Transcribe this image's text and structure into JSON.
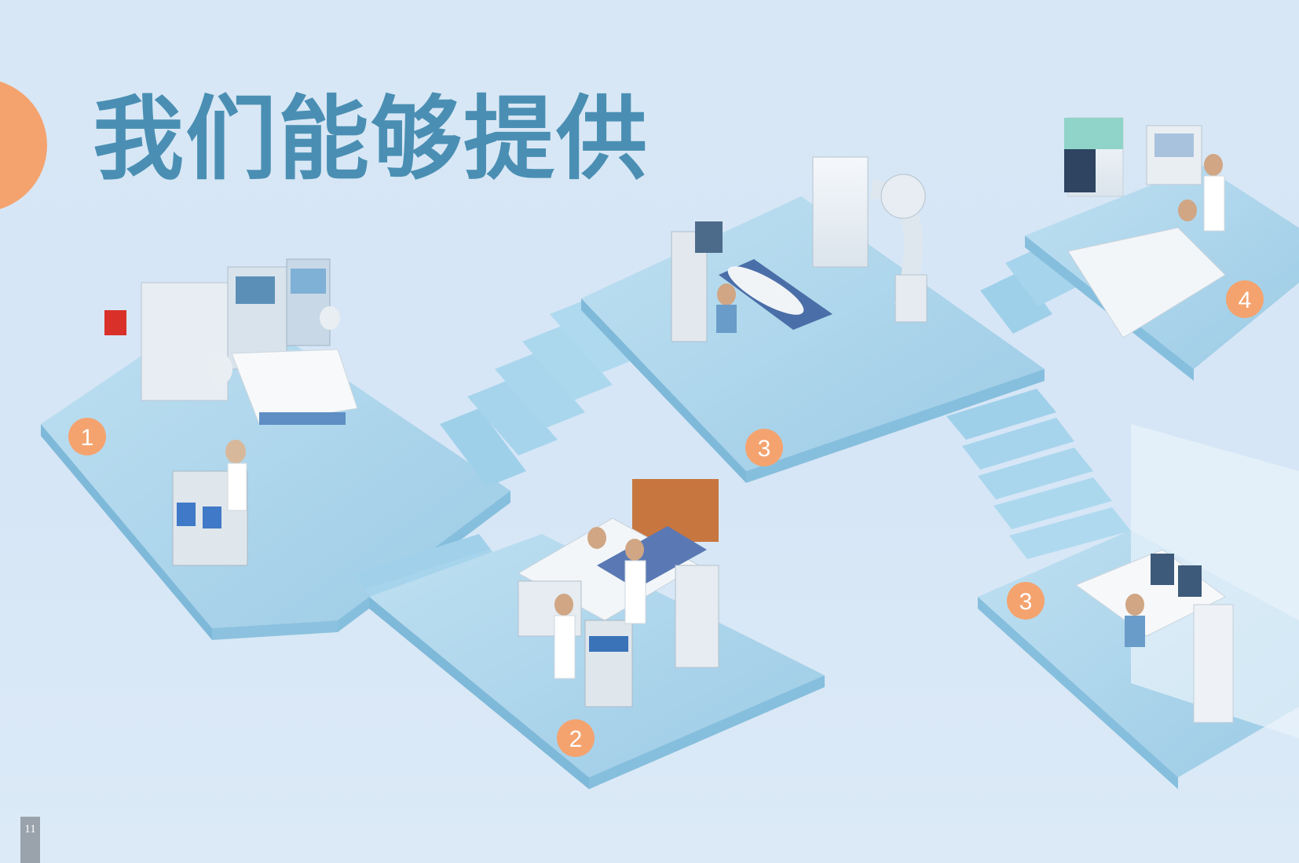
{
  "heading": {
    "title": "我们能够提供"
  },
  "badges": [
    {
      "id": "room-1",
      "label": "1"
    },
    {
      "id": "room-2",
      "label": "2"
    },
    {
      "id": "room-3-top",
      "label": "3"
    },
    {
      "id": "room-4",
      "label": "4"
    },
    {
      "id": "room-3-bottom",
      "label": "3"
    }
  ],
  "footer": {
    "page_number": "11"
  },
  "colors": {
    "background": "#d8e7f5",
    "title": "#4a8fb3",
    "accent": "#f4a36f",
    "platform": "#a9d3ea",
    "platform_edge": "#7fb9d9"
  }
}
